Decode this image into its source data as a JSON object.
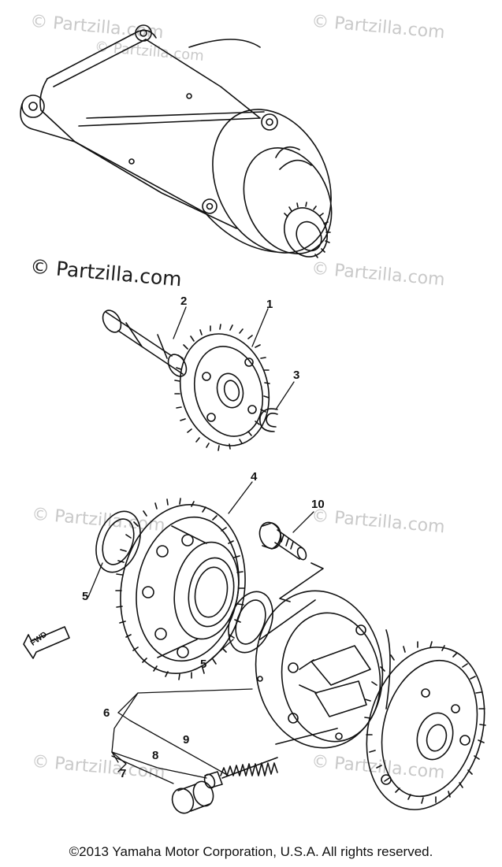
{
  "watermarks": [
    "© Partzilla.com",
    "© Partzilla.com",
    "© Partzilla.com",
    "© Partzilla.com",
    "© Partzilla.com",
    "© Partzilla.com",
    "© Partzilla.com",
    "© Partzilla.com"
  ],
  "dark_watermark": "© Partzilla.com",
  "callouts": {
    "c1": "1",
    "c2": "2",
    "c3": "3",
    "c4": "4",
    "c5a": "5",
    "c5b": "5",
    "c6": "6",
    "c7": "7",
    "c8": "8",
    "c9": "9",
    "c10": "10"
  },
  "fwd_label": "FWD",
  "copyright": "©2013  Yamaha Motor Corporation, U.S.A. All rights reserved.",
  "colors": {
    "ink": "#111111",
    "watermark": "#c9c9c9",
    "background": "#ffffff"
  }
}
